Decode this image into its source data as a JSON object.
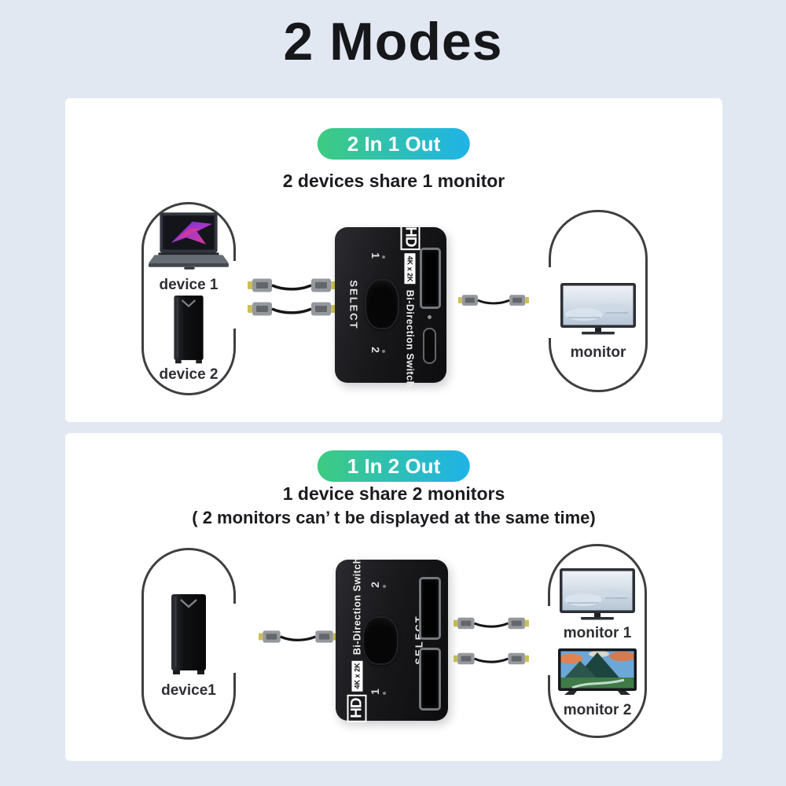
{
  "page": {
    "title": "2 Modes"
  },
  "colors": {
    "page_background": "#e2e8f2",
    "card_background": "#ffffff",
    "badge_gradient_start": "#3ecb81",
    "badge_gradient_end": "#1fb3e8",
    "badge_text": "#ffffff",
    "outline": "#3e3f41"
  },
  "mode1": {
    "badge": "2 In 1 Out",
    "subtitle": "2 devices share 1 monitor",
    "devices": [
      {
        "label": "device 1"
      },
      {
        "label": "device 2"
      }
    ],
    "monitors": [
      {
        "label": "monitor"
      }
    ]
  },
  "mode2": {
    "badge": "1 In 2 Out",
    "subtitle": "1 device share 2 monitors",
    "note": "( 2 monitors can’ t be displayed at the same time)",
    "devices": [
      {
        "label": "device1"
      }
    ],
    "monitors": [
      {
        "label": "monitor 1"
      },
      {
        "label": "monitor 2"
      }
    ]
  },
  "switch_device": {
    "logo": "HD",
    "resolution": "4K x 2K",
    "name": "Bi-Direction Switch",
    "select_label": "SELECT",
    "port_1": "1",
    "port_2": "2"
  }
}
